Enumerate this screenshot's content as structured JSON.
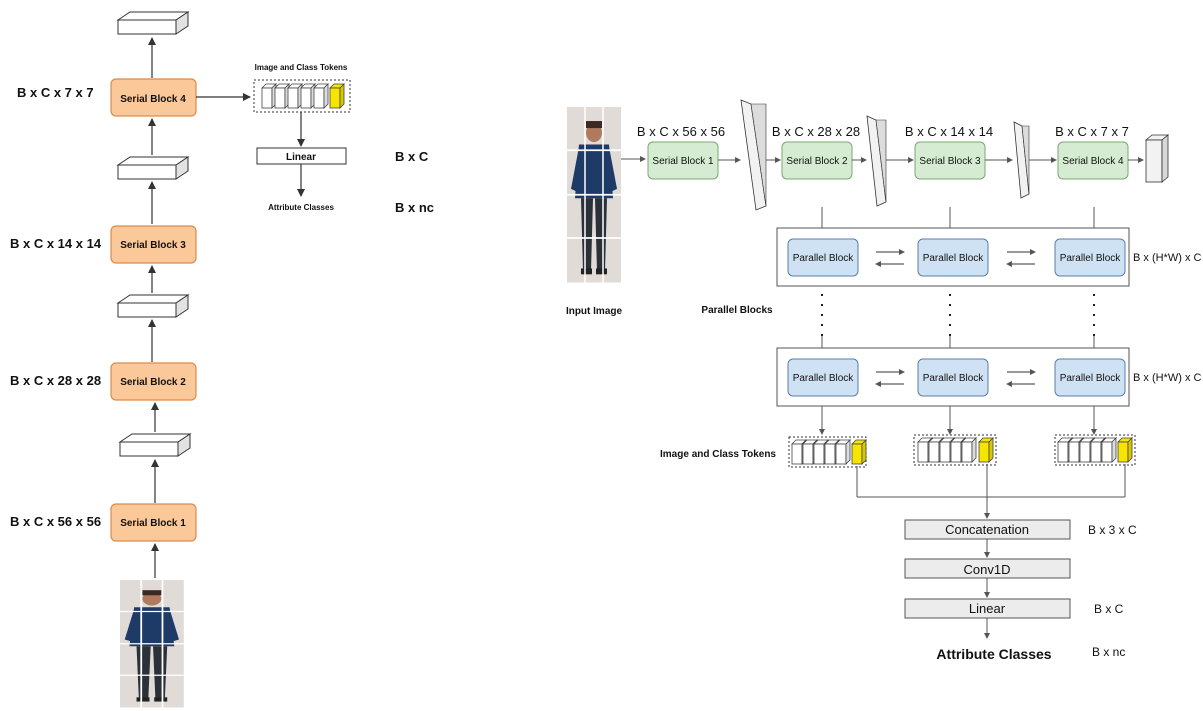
{
  "left": {
    "serial_blocks": [
      "Serial Block 1",
      "Serial Block 2",
      "Serial Block 3",
      "Serial Block 4"
    ],
    "dims": [
      "B x C x 56 x 56",
      "B x C x 28 x 28",
      "B x C x 14 x 14",
      "B x C x 7 x 7"
    ],
    "tokens_label": "Image and Class Tokens",
    "linear_label": "Linear",
    "linear_dim": "B x C",
    "output_label": "Attribute Classes",
    "output_dim": "B x nc"
  },
  "right": {
    "input_label": "Input Image",
    "serial_blocks": [
      "Serial Block 1",
      "Serial Block 2",
      "Serial Block 3",
      "Serial Block 4"
    ],
    "dims": [
      "B x C x 56 x 56",
      "B x C x 28 x 28",
      "B x C x 14 x 14",
      "B x C x 7 x 7"
    ],
    "parallel_label": "Parallel Block",
    "parallel_blocks_caption": "Parallel Blocks",
    "parallel_dim": "B x (H*W) x C",
    "tokens_label": "Image and Class Tokens",
    "concat_label": "Concatenation",
    "concat_dim": "B x 3 x  C",
    "conv_label": "Conv1D",
    "linear_label": "Linear",
    "linear_dim": "B x  C",
    "output_label": "Attribute Classes",
    "output_dim": "B x  nc"
  },
  "colors": {
    "serial_left": "#fbc89a",
    "serial_left_border": "#d98c4a",
    "serial_right": "#d6ecd2",
    "serial_right_border": "#7aa872",
    "parallel": "#cfe2f3",
    "parallel_border": "#5b7fa8",
    "class_token": "#f5e500",
    "rect_grey": "#ececec"
  }
}
